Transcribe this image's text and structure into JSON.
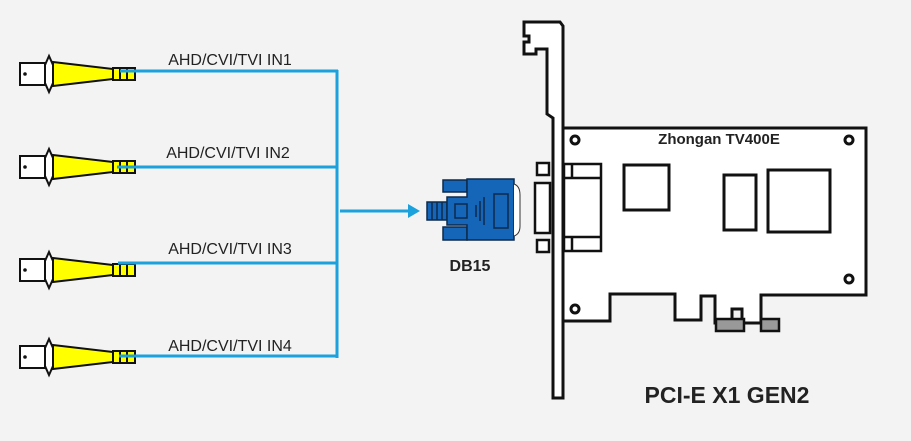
{
  "inputs": [
    {
      "label": "AHD/CVI/TVI IN1",
      "icon": "bnc-connector-icon"
    },
    {
      "label": "AHD/CVI/TVI IN2",
      "icon": "bnc-connector-icon"
    },
    {
      "label": "AHD/CVI/TVI IN3",
      "icon": "bnc-connector-icon"
    },
    {
      "label": "AHD/CVI/TVI IN4",
      "icon": "bnc-connector-icon"
    }
  ],
  "connector": {
    "label": "DB15",
    "icon": "db15-connector-icon"
  },
  "card": {
    "name": "Zhongan TV400E",
    "interface": "PCI-E X1 GEN2"
  },
  "colors": {
    "line": "#1ba1dc",
    "bnc_yellow": "#ffff00",
    "db15_blue": "#1565b8",
    "gold_finger": "#999999"
  }
}
